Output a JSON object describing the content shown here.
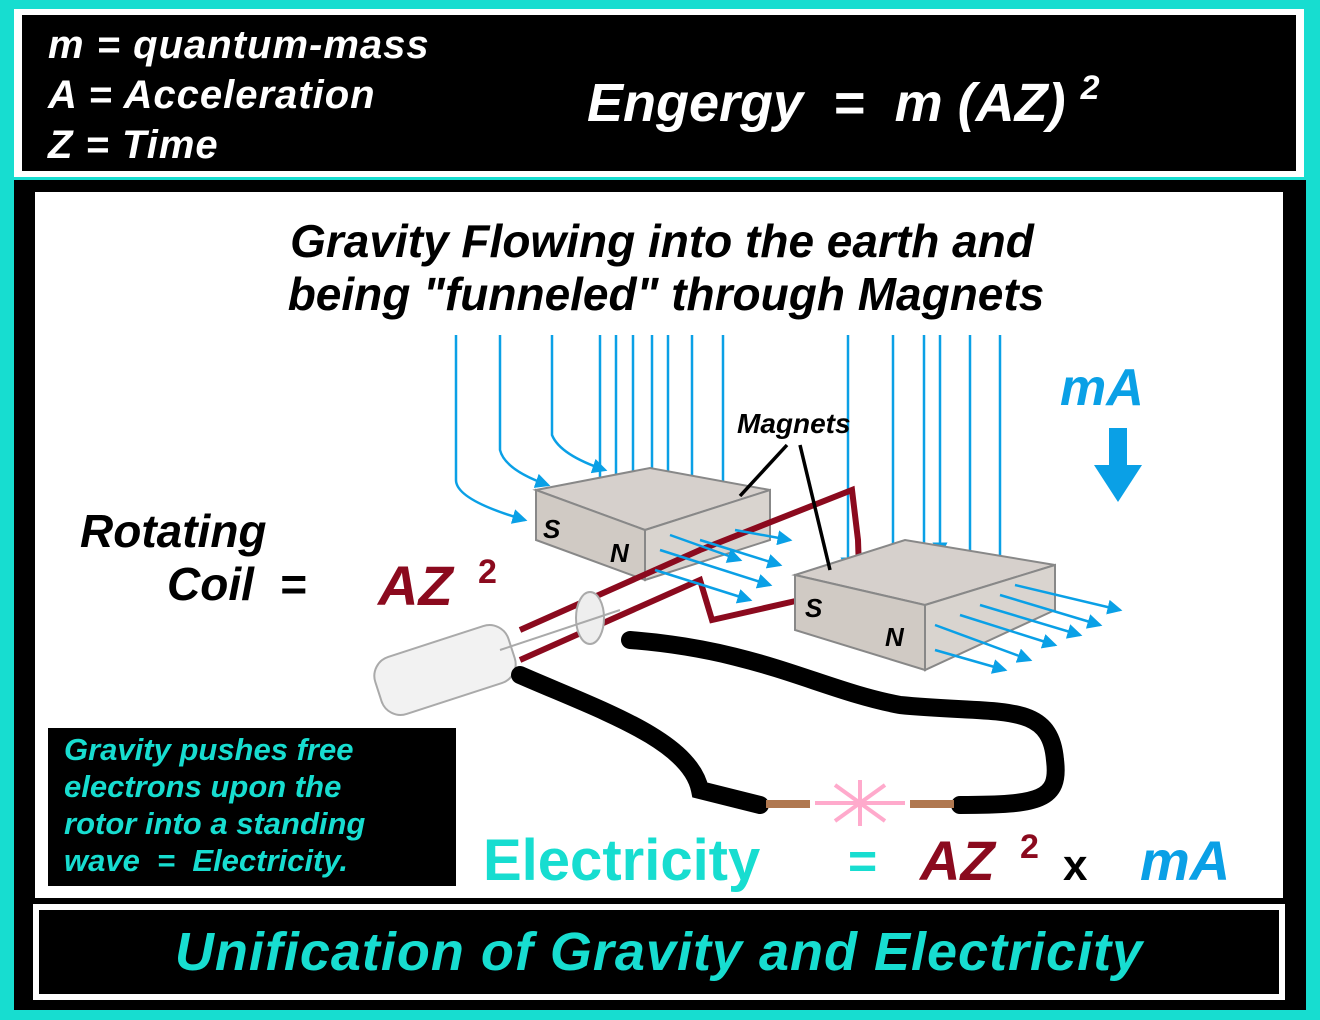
{
  "header": {
    "definitions": [
      "m = quantum-mass",
      "A  = Acceleration",
      "Z  = Time"
    ],
    "equation": "Engergy  =  m (AZ) ",
    "equation_exponent": "2"
  },
  "diagram": {
    "title_line1": "Gravity Flowing into the earth and",
    "title_line2": "being \"funneled\" through Magnets",
    "magnets_label": "Magnets",
    "pole_s": "S",
    "pole_n": "N",
    "ma_label": "mA",
    "rotating_coil_line1": "Rotating",
    "rotating_coil_line2": "Coil  =",
    "az": "AZ",
    "exponent": "2",
    "electricity_label": "Electricity",
    "equals": "=",
    "times": "x",
    "note_lines": [
      "Gravity pushes free",
      "electrons upon the",
      "rotor into a standing",
      "wave  =  Electricity."
    ]
  },
  "footer": {
    "banner": "Unification of Gravity and Electricity"
  },
  "colors": {
    "teal": "#17ddd0",
    "arrow_blue": "#0aa0e6",
    "dark_red": "#8b0a1e"
  }
}
